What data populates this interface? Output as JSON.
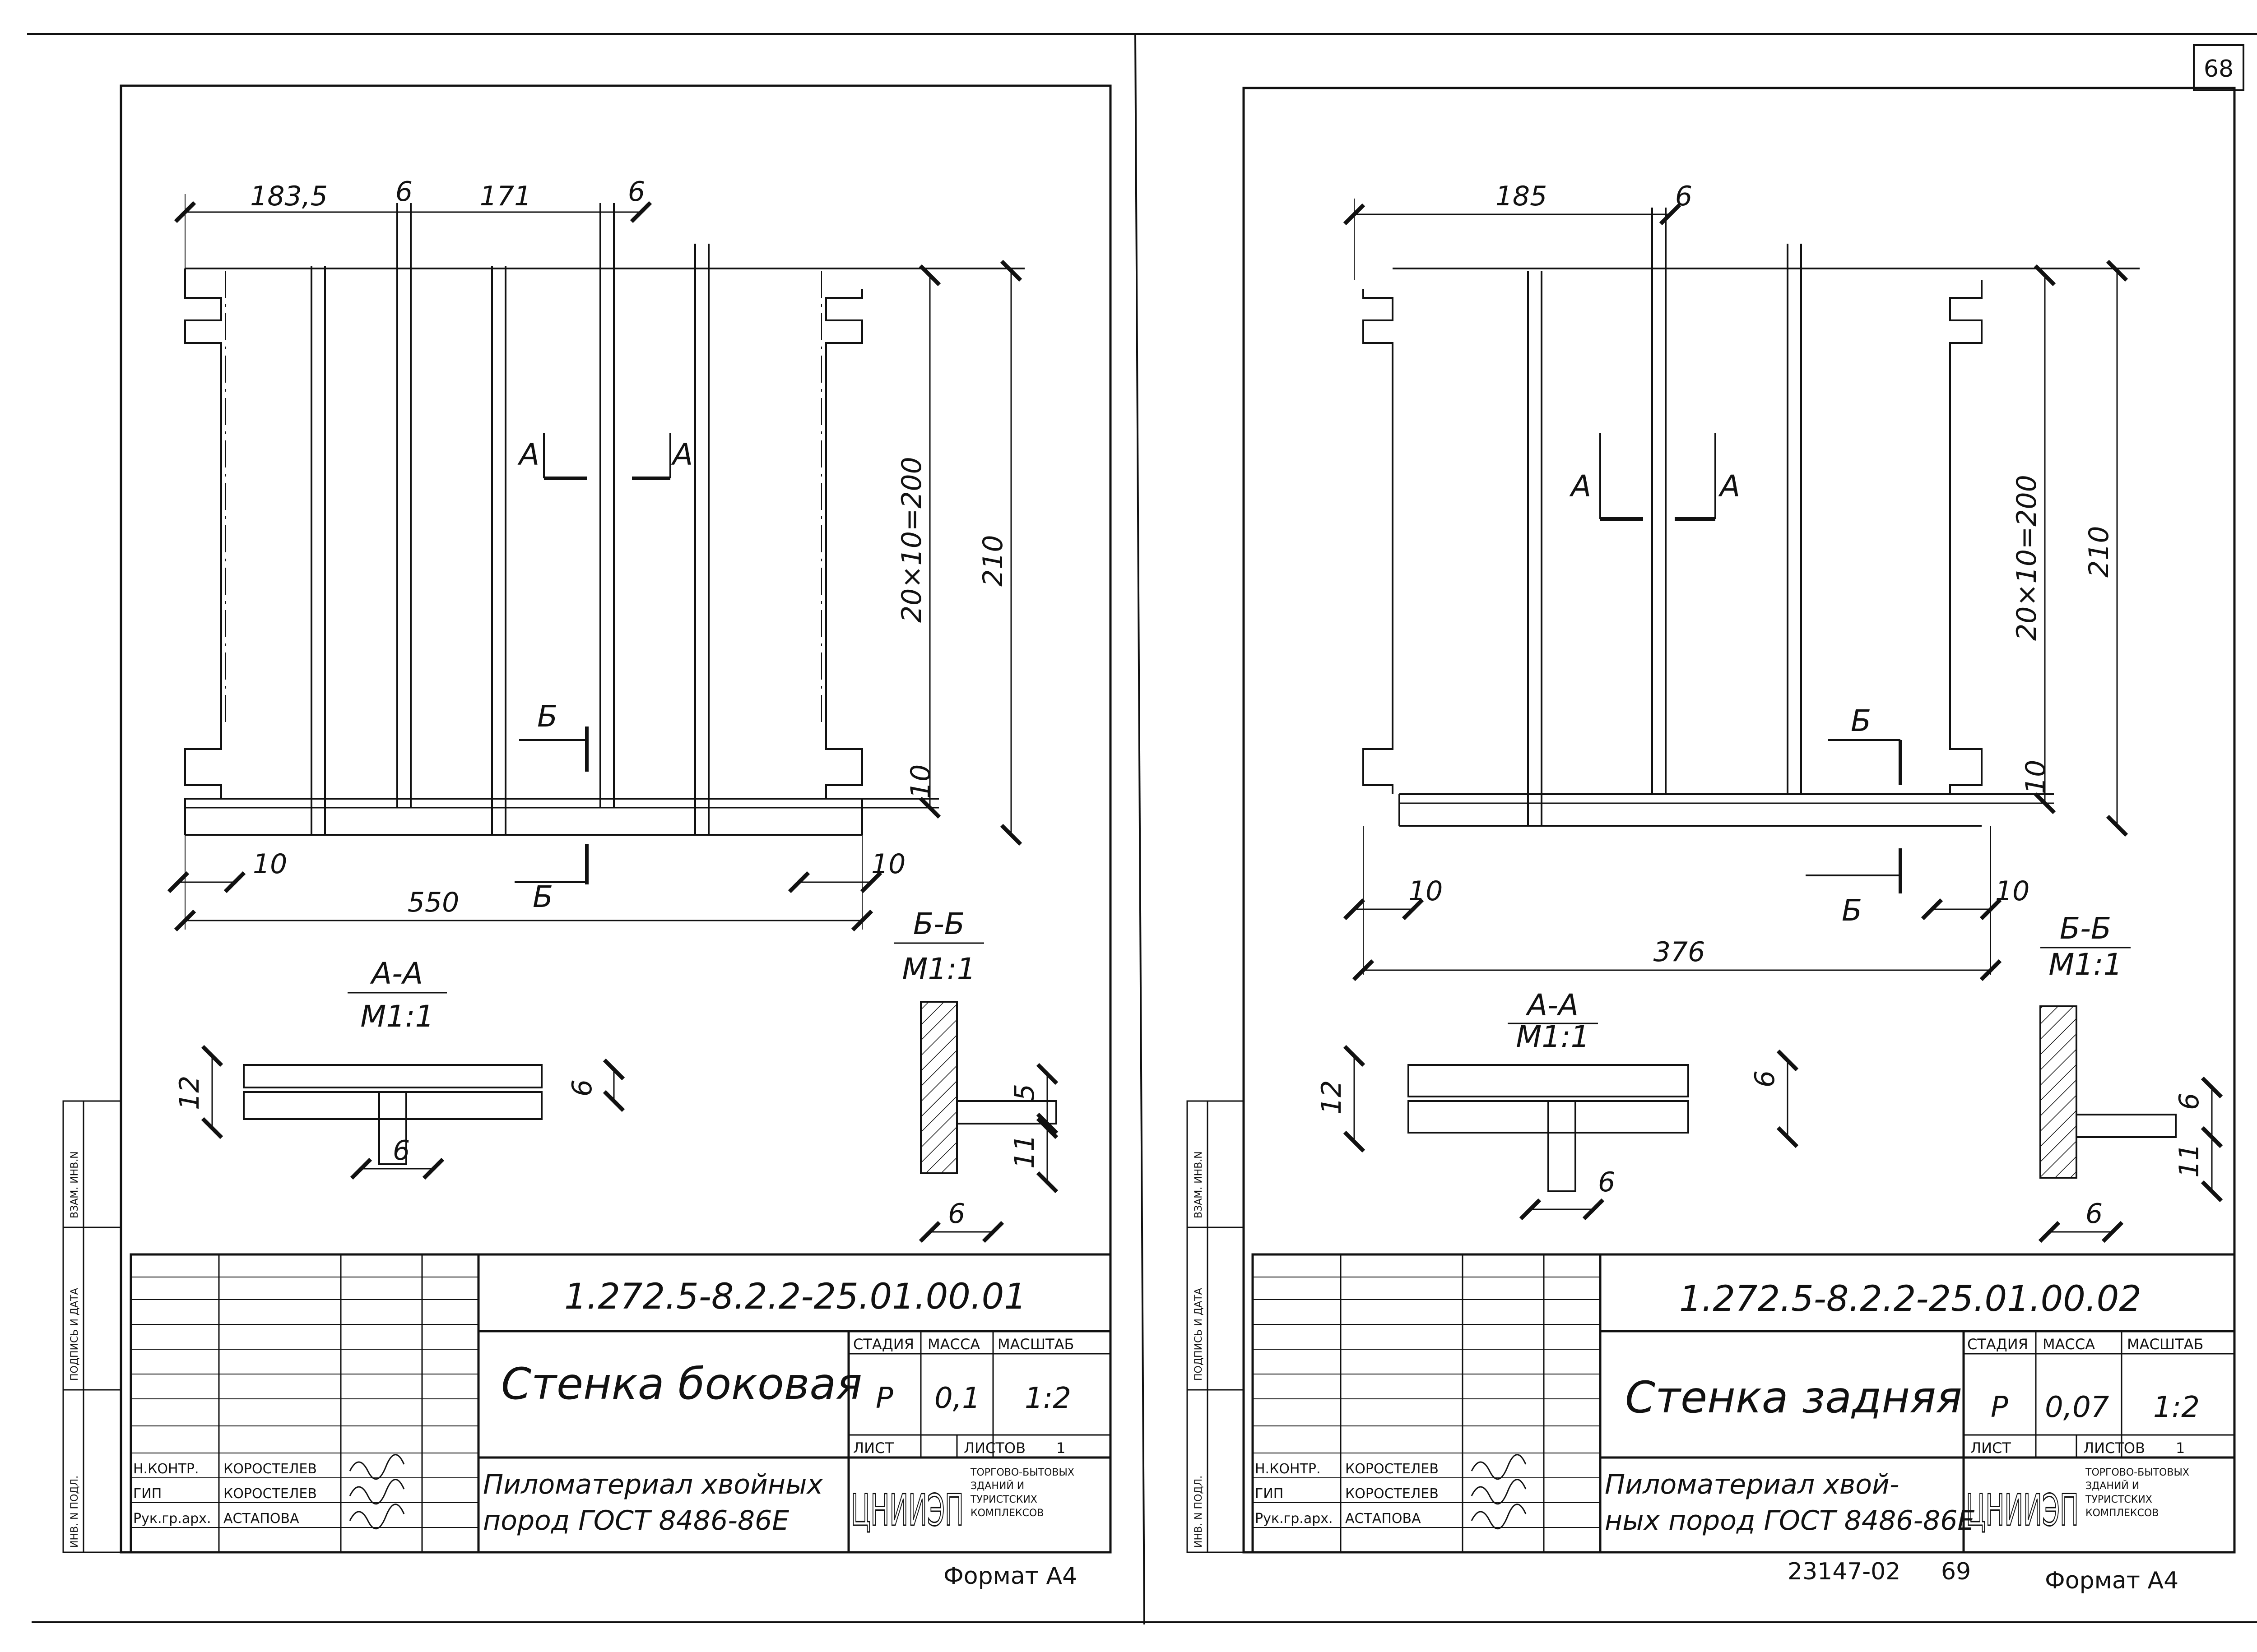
{
  "page_number": "68",
  "sheets": [
    {
      "id": "left",
      "code": "1.272.5-8.2.2-25.01.00.01",
      "title": "Стенка боковая",
      "material": [
        "Пиломатериал хвойных",
        "пород ГОСТ 8486-86Е"
      ],
      "headers": {
        "stage": "СТАДИЯ",
        "mass": "МАССА",
        "scale": "МАСШТАБ",
        "sheet": "ЛИСТ",
        "sheets": "ЛИСТОВ"
      },
      "values": {
        "stage": "Р",
        "mass": "0,1",
        "scale": "1:2",
        "sheets_count": "1"
      },
      "org_logo": "ЦНИИЭП",
      "org_name": [
        "ТОРГОВО-БЫТОВЫХ",
        "ЗДАНИЙ И",
        "ТУРИСТСКИХ",
        "КОМПЛЕКСОВ"
      ],
      "roles": [
        "Н.КОНТР.",
        "ГИП",
        "Рук.гр.арх."
      ],
      "names": [
        "КОРОСТЕЛЕВ",
        "КОРОСТЕЛЕВ",
        "АСТАПОВА"
      ],
      "side_labels": [
        "ВЗАМ. ИНВ.N",
        "ПОДПИСЬ И ДАТА",
        "ИНВ. N ПОДЛ."
      ],
      "format": "Формат А4",
      "dims": {
        "top": [
          "183,5",
          "6",
          "171",
          "6"
        ],
        "vertical": [
          "20×10=200",
          "210",
          "10"
        ],
        "bottom": [
          "10",
          "550",
          "10"
        ],
        "section_a": [
          "12",
          "6",
          "6"
        ],
        "section_b": [
          "5",
          "11",
          "6"
        ]
      },
      "cuts": {
        "a": "А",
        "b": "Б"
      },
      "section_a_title": "А-А",
      "section_a_scale": "М1:1",
      "section_b_title": "Б-Б",
      "section_b_scale": "М1:1"
    },
    {
      "id": "right",
      "code": "1.272.5-8.2.2-25.01.00.02",
      "title": "Стенка задняя",
      "material": [
        "Пиломатериал хвой-",
        "ных пород ГОСТ 8486-86Е"
      ],
      "headers": {
        "stage": "СТАДИЯ",
        "mass": "МАССА",
        "scale": "МАСШТАБ",
        "sheet": "ЛИСТ",
        "sheets": "ЛИСТОВ"
      },
      "values": {
        "stage": "Р",
        "mass": "0,07",
        "scale": "1:2",
        "sheets_count": "1"
      },
      "org_logo": "ЦНИИЭП",
      "org_name": [
        "ТОРГОВО-БЫТОВЫХ",
        "ЗДАНИЙ И",
        "ТУРИСТСКИХ",
        "КОМПЛЕКСОВ"
      ],
      "roles": [
        "Н.КОНТР.",
        "ГИП",
        "Рук.гр.арх."
      ],
      "names": [
        "КОРОСТЕЛЕВ",
        "КОРОСТЕЛЕВ",
        "АСТАПОВА"
      ],
      "side_labels": [
        "ВЗАМ. ИНВ.N",
        "ПОДПИСЬ И ДАТА",
        "ИНВ. N ПОДЛ."
      ],
      "format": "Формат А4",
      "album_number": "23147-02",
      "album_page": "69",
      "dims": {
        "top": [
          "185",
          "6"
        ],
        "vertical": [
          "20×10=200",
          "210",
          "10"
        ],
        "bottom": [
          "10",
          "376",
          "10"
        ],
        "section_a": [
          "12",
          "6",
          "6"
        ],
        "section_b": [
          "6",
          "11",
          "6"
        ]
      },
      "cuts": {
        "a": "А",
        "b": "Б"
      },
      "section_a_title": "А-А",
      "section_a_scale": "М1:1",
      "section_b_title": "Б-Б",
      "section_b_scale": "М1:1"
    }
  ]
}
